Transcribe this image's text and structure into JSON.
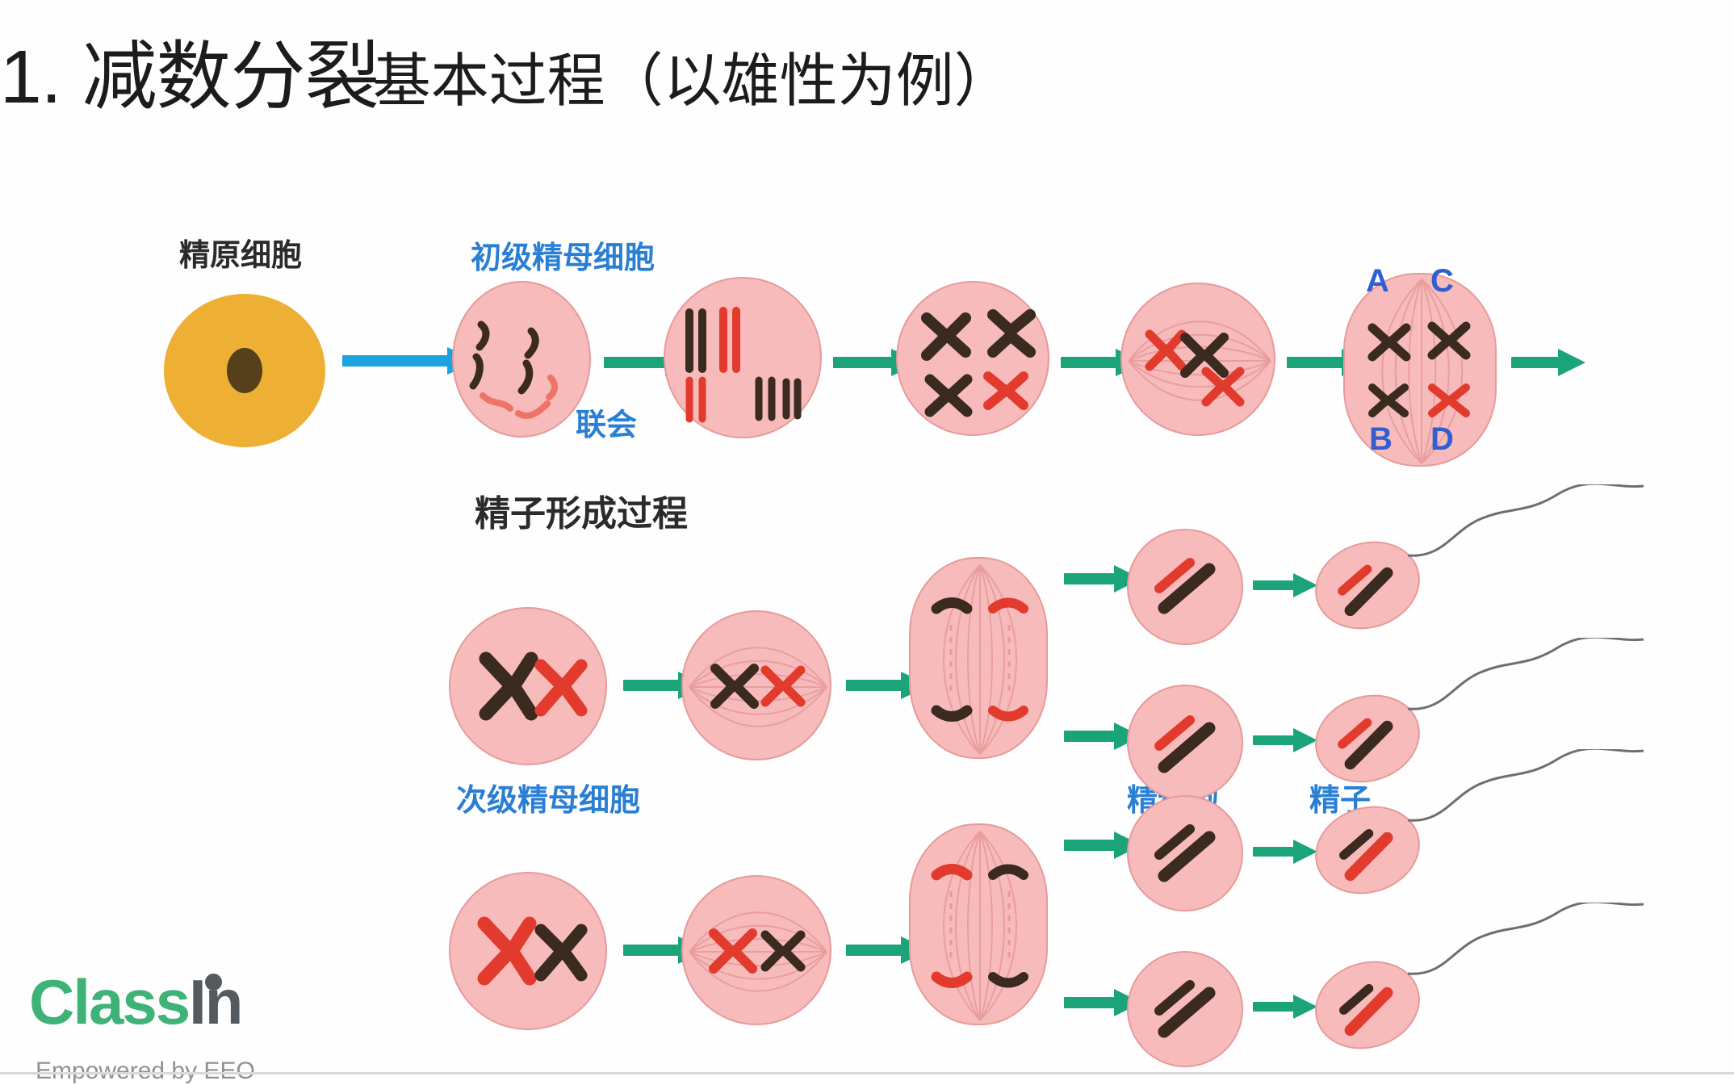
{
  "slide": {
    "title_index": "1.",
    "title_main": "减数分裂",
    "title_rest": "基本过程（以雄性为例）",
    "background": "#ffffff"
  },
  "colors": {
    "cell_pink_fill": "#F7BBBB",
    "cell_pink_stroke": "#E79A9A",
    "cell_orange_fill": "#EDB035",
    "nucleus_brown": "#56401B",
    "chromosome_dark": "#3A2A20",
    "chromosome_red": "#E23B2E",
    "arrow_green": "#1BA37A",
    "arrow_blue": "#1BA3E0",
    "label_blue": "#2a7fd4",
    "label_black": "#2b2b2b",
    "logo_green": "#3FB377",
    "logo_dark": "#555a5e"
  },
  "labels": {
    "spermatogonium": "精原细胞",
    "primary_spermatocyte": "初级精母细胞",
    "synapsis": "联会",
    "sperm_formation": "精子形成过程",
    "secondary_spermatocyte": "次级精母细胞",
    "spermatid": "精细胞",
    "sperm": "精子",
    "allele_a": "A",
    "allele_c": "C",
    "allele_b": "B",
    "allele_d": "D"
  },
  "logo": {
    "name_part1": "Class",
    "name_part2": "In",
    "tagline": "Empowered by EEO"
  },
  "chart_data": {
    "type": "diagram",
    "title": "减数分裂基本过程（以雄性为例）",
    "subtitle": "精子形成过程",
    "rows": [
      {
        "row_name": "meiosis-I",
        "stages": [
          {
            "label": "精原细胞",
            "label_color": "#2b2b2b",
            "shape": "circle",
            "fill": "#EDB035",
            "content": "nucleus"
          },
          {
            "label": "初级精母细胞",
            "label_color": "#2a7fd4",
            "shape": "circle",
            "fill": "#F7BBBB",
            "content": "thin-threads"
          },
          {
            "label": "联会",
            "label_color": "#2a7fd4",
            "shape": "circle",
            "fill": "#F7BBBB",
            "content": "paired-bivalents"
          },
          {
            "label": "",
            "shape": "circle",
            "fill": "#F7BBBB",
            "content": "tetrads"
          },
          {
            "label": "",
            "shape": "circle",
            "fill": "#F7BBBB",
            "content": "metaphase-I-plate"
          },
          {
            "label": "",
            "shape": "oval",
            "fill": "#F7BBBB",
            "content": "anaphase-I-separating",
            "annotations": [
              "A",
              "C",
              "B",
              "D"
            ]
          }
        ],
        "arrows": [
          "blue",
          "green",
          "green",
          "green",
          "green",
          "green"
        ]
      },
      {
        "row_name": "meiosis-II-upper",
        "stages": [
          {
            "label": "次级精母细胞",
            "label_color": "#2a7fd4",
            "shape": "circle",
            "fill": "#F7BBBB",
            "content": "two-chromosomes"
          },
          {
            "label": "",
            "shape": "circle",
            "fill": "#F7BBBB",
            "content": "metaphase-II-plate"
          },
          {
            "label": "",
            "shape": "oval",
            "fill": "#F7BBBB",
            "content": "anaphase-II"
          },
          {
            "label": "精细胞",
            "label_color": "#2a7fd4",
            "shape": "circle",
            "fill": "#F7BBBB",
            "content": "single-chromatid"
          },
          {
            "label": "精子",
            "label_color": "#2a7fd4",
            "shape": "oval",
            "fill": "#F7BBBB",
            "content": "sperm-with-tail"
          }
        ],
        "arrows": [
          "green",
          "green",
          "green",
          "green"
        ]
      },
      {
        "row_name": "meiosis-II-lower",
        "stages": [
          {
            "label": "",
            "shape": "circle",
            "fill": "#F7BBBB",
            "content": "two-chromosomes"
          },
          {
            "label": "",
            "shape": "circle",
            "fill": "#F7BBBB",
            "content": "metaphase-II-plate"
          },
          {
            "label": "",
            "shape": "oval",
            "fill": "#F7BBBB",
            "content": "anaphase-II"
          },
          {
            "label": "",
            "shape": "circle",
            "fill": "#F7BBBB",
            "content": "single-chromatid"
          },
          {
            "label": "",
            "shape": "oval",
            "fill": "#F7BBBB",
            "content": "sperm-with-tail"
          }
        ],
        "arrows": [
          "green",
          "green",
          "green",
          "green"
        ]
      }
    ],
    "legend": [],
    "notes": "Male meiosis schematic: spermatogonium → primary spermatocyte (synapsis, tetrads, metaphase I, anaphase I) → secondary spermatocytes → spermatids → spermatozoa"
  }
}
